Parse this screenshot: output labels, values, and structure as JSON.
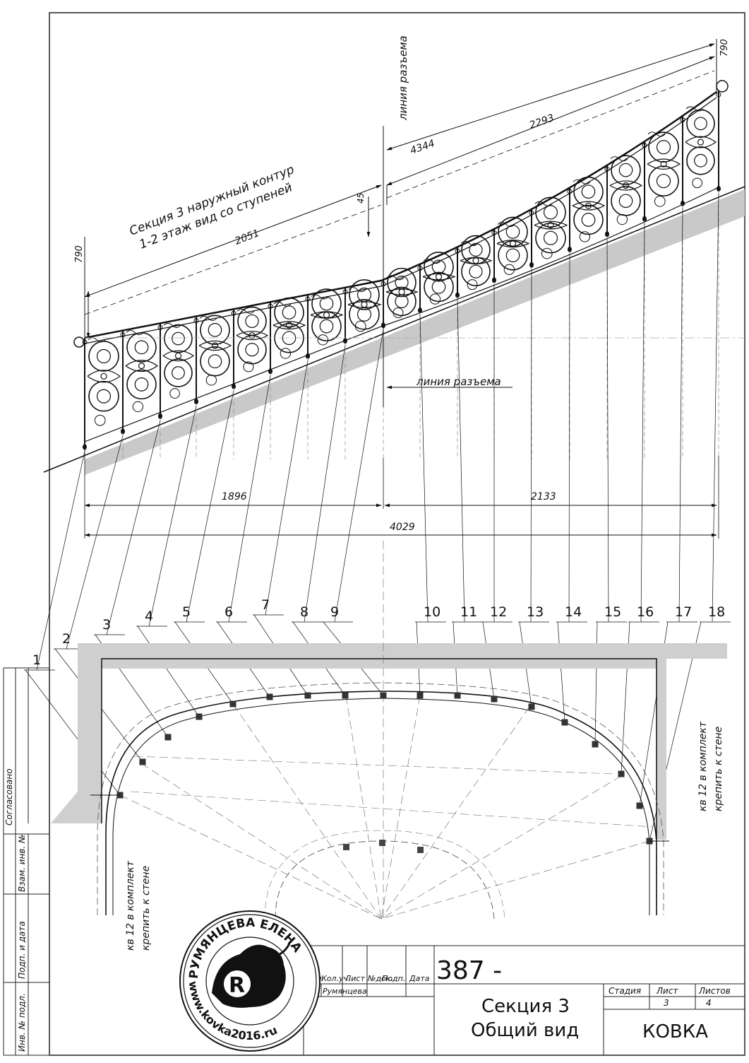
{
  "elevation": {
    "title_line1": "Секция 3 наружный контур",
    "title_line2": "1-2 этаж  вид со ступеней",
    "split_line_label": "линия разъема",
    "dim_left_height": "790",
    "dim_right_height": "790",
    "dim_lower_slope": "2051",
    "dim_upper_slope": "2293",
    "dim_upper_total": "4344",
    "dim_offset": "45",
    "dim_plan_left": "1896",
    "dim_plan_right": "2133",
    "dim_plan_total": "4029"
  },
  "plan": {
    "post_numbers": [
      "1",
      "2",
      "3",
      "4",
      "5",
      "6",
      "7",
      "8",
      "9",
      "10",
      "11",
      "12",
      "13",
      "14",
      "15",
      "16",
      "17",
      "18"
    ],
    "wall_note_left_line1": "кв 12  в комплект",
    "wall_note_left_line2": "крепить к стене",
    "wall_note_right_line1": "кв 12  в комплект",
    "wall_note_right_line2": "крепить к стене"
  },
  "side_stamp": {
    "soglasovano": "Согласовано",
    "vzam_inv": "Взам. инв. №",
    "podp_data": "Подп. и дата",
    "inv_podl": "Инв. № подл."
  },
  "title_block": {
    "doc_number": "387 -",
    "col_izm": "Изм.",
    "col_koluch": "Кол.уч.",
    "col_list": "Лист",
    "col_ndok": "№док.",
    "col_podp": "Подп.",
    "col_data": "Дата",
    "author": "Румянцева",
    "drawing_title_line1": "Секция 3",
    "drawing_title_line2": "Общий вид",
    "stage_label": "Стадия",
    "sheet_label": "Лист",
    "sheets_label": "Листов",
    "sheet_value": "3",
    "sheets_value": "4",
    "org": "КОВКА"
  },
  "logo": {
    "ring_top": "РУМЯНЦЕВА ЕЛЕНА",
    "ring_bottom": "www.kovka2016.ru",
    "monogram": "R"
  },
  "colors": {
    "ink": "#111111",
    "shade": "#c8c8c8",
    "wall": "#cfcfcf"
  }
}
